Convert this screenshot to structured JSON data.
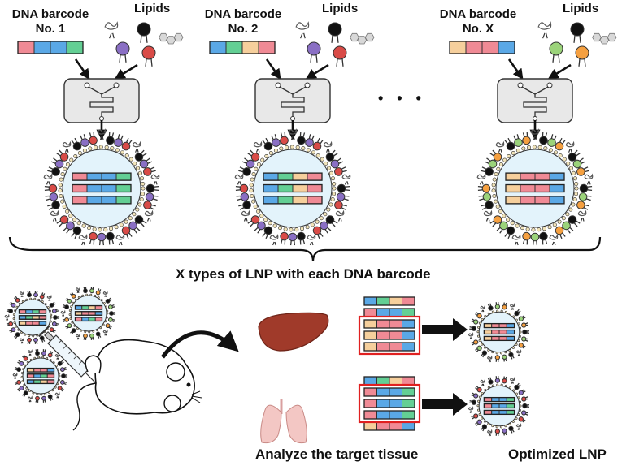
{
  "top_row": {
    "columns": [
      {
        "barcode_title": "DNA barcode",
        "barcode_number": "No. 1",
        "lipids_label": "Lipids",
        "barcode_colors": [
          "#f08a95",
          "#5aa8e6",
          "#5aa8e6",
          "#63cf94"
        ],
        "lipid_colors": [
          "#8a6fc4",
          "#d94b47"
        ]
      },
      {
        "barcode_title": "DNA barcode",
        "barcode_number": "No. 2",
        "lipids_label": "Lipids",
        "barcode_colors": [
          "#5aa8e6",
          "#63cf94",
          "#f6cf9c",
          "#f08a95"
        ],
        "lipid_colors": [
          "#8a6fc4",
          "#d94b47"
        ]
      },
      {
        "barcode_title": "DNA barcode",
        "barcode_number": "No. X",
        "lipids_label": "Lipids",
        "barcode_colors": [
          "#f6cf9c",
          "#f08a95",
          "#f08a95",
          "#5aa8e6"
        ],
        "lipid_colors": [
          "#9bd37a",
          "#f5a040"
        ]
      }
    ],
    "ellipsis": "• • •"
  },
  "summary_label": "X types of LNP with each DNA barcode",
  "bottom_row": {
    "analyze_label": "Analyze the target tissue",
    "optimized_label": "Optimized LNP",
    "organs": [
      "liver-icon",
      "lungs-icon"
    ]
  },
  "colors": {
    "red": "#f08a95",
    "blue": "#5aa8e6",
    "green": "#63cf94",
    "peach": "#f6cf9c",
    "highlight_box": "#e02020",
    "mixer_fill": "#e8e8e8",
    "core_fill": "#e3f3fb"
  }
}
